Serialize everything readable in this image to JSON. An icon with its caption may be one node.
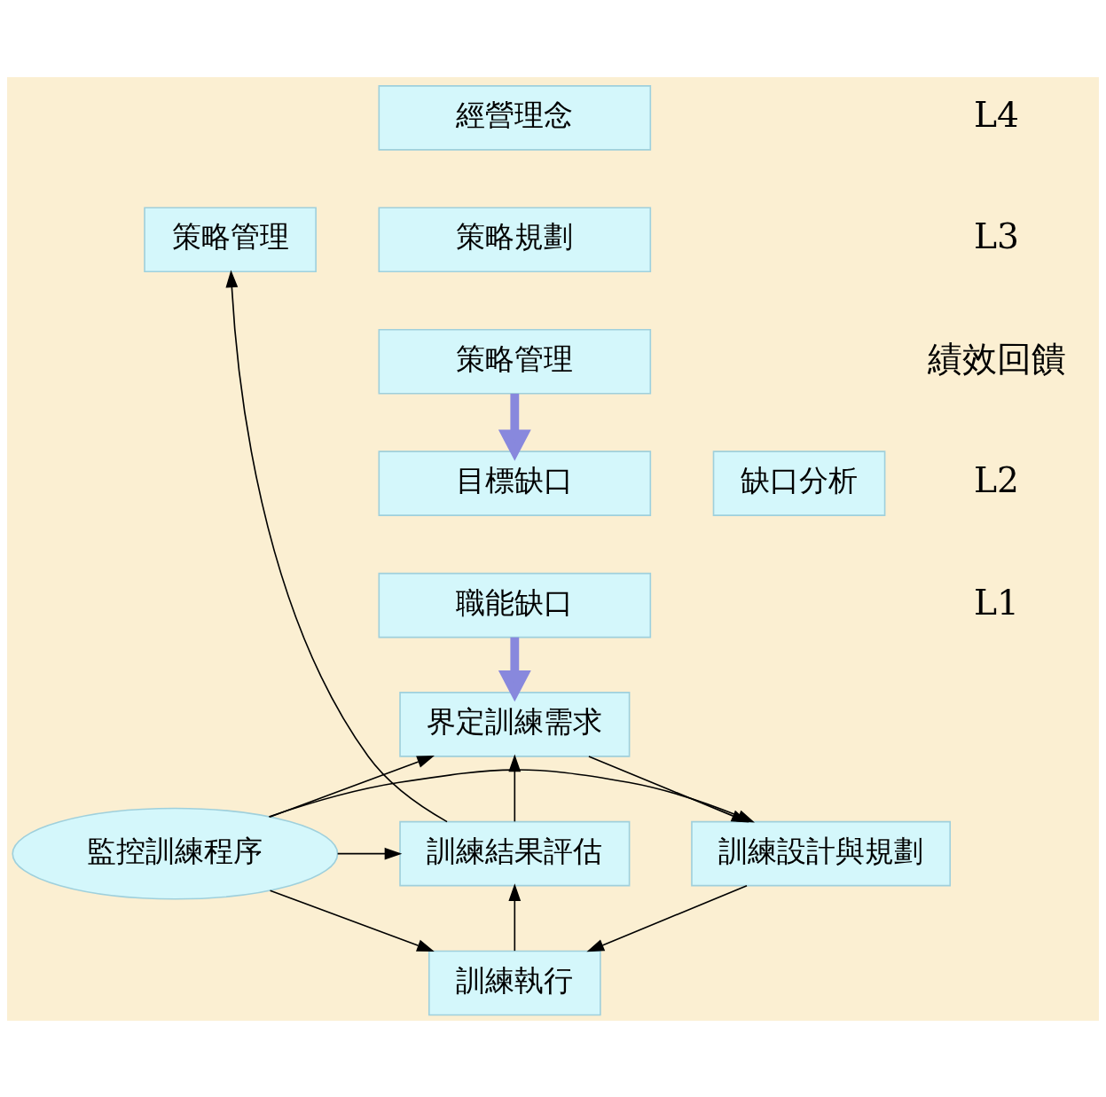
{
  "diagram": {
    "nodes": [
      {
        "text": [
          "策略管理"
        ]
      },
      {
        "text": [
          "經營理念"
        ]
      },
      {
        "text": [
          "策略規劃"
        ]
      },
      {
        "text": [
          "策略管理"
        ]
      },
      {
        "text": [
          "缺口分析"
        ]
      },
      {
        "text": [
          "目標缺口"
        ]
      },
      {
        "text": [
          "職能缺口"
        ]
      },
      {
        "text": [
          "界定訓練需求"
        ]
      },
      {
        "text": [
          "監控訓練程序"
        ]
      },
      {
        "text": [
          "訓練設計與規劃"
        ]
      },
      {
        "text": [
          "訓練執行"
        ]
      },
      {
        "text": [
          "訓練結果評估"
        ]
      }
    ],
    "edges": [
      {
        "from": 3,
        "to": 5,
        "arrow": "to",
        "style": "thick",
        "color": "#8888dd"
      },
      {
        "from": 6,
        "to": 7,
        "arrow": "to",
        "style": "thick",
        "color": "#8888dd"
      },
      {
        "from": 7,
        "to": 9,
        "arrow": "to"
      },
      {
        "from": 9,
        "to": 10,
        "arrow": "to"
      },
      {
        "from": 10,
        "to": 11,
        "arrow": "to"
      },
      {
        "from": 11,
        "to": 7,
        "arrow": "to"
      },
      {
        "from": 8,
        "to": 7,
        "arrow": "to"
      },
      {
        "from": 8,
        "to": 11,
        "arrow": "to"
      },
      {
        "from": 8,
        "to": 9,
        "arrow": "to"
      },
      {
        "from": 8,
        "to": 10,
        "arrow": "to"
      },
      {
        "from": 11,
        "to": 0,
        "arrow": "to"
      }
    ],
    "labels": [
      "L4",
      "L3",
      "績效回饋",
      "L2",
      "L1"
    ]
  }
}
